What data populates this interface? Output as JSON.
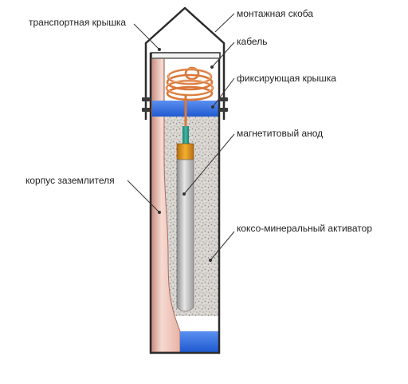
{
  "labels": {
    "transport_cover": "транспортная крышка",
    "mounting_bracket": "монтажная скоба",
    "cable": "кабель",
    "fixing_cover": "фиксирующая крышка",
    "magnetite_anode": "магнетитовый анод",
    "grounding_body": "корпус заземлителя",
    "activator": "коксо-минеральный активатор"
  },
  "colors": {
    "body_pink": "#f0c8be",
    "body_edge": "#b06a5e",
    "fill_granular": "#d9d6d2",
    "blue_cap": "#2f6fe0",
    "copper": "#d9783a",
    "anode_gray": "#bfbfbf",
    "anode_band": "#e8a020",
    "steel": "#2b2b2b",
    "leader": "#333333"
  }
}
